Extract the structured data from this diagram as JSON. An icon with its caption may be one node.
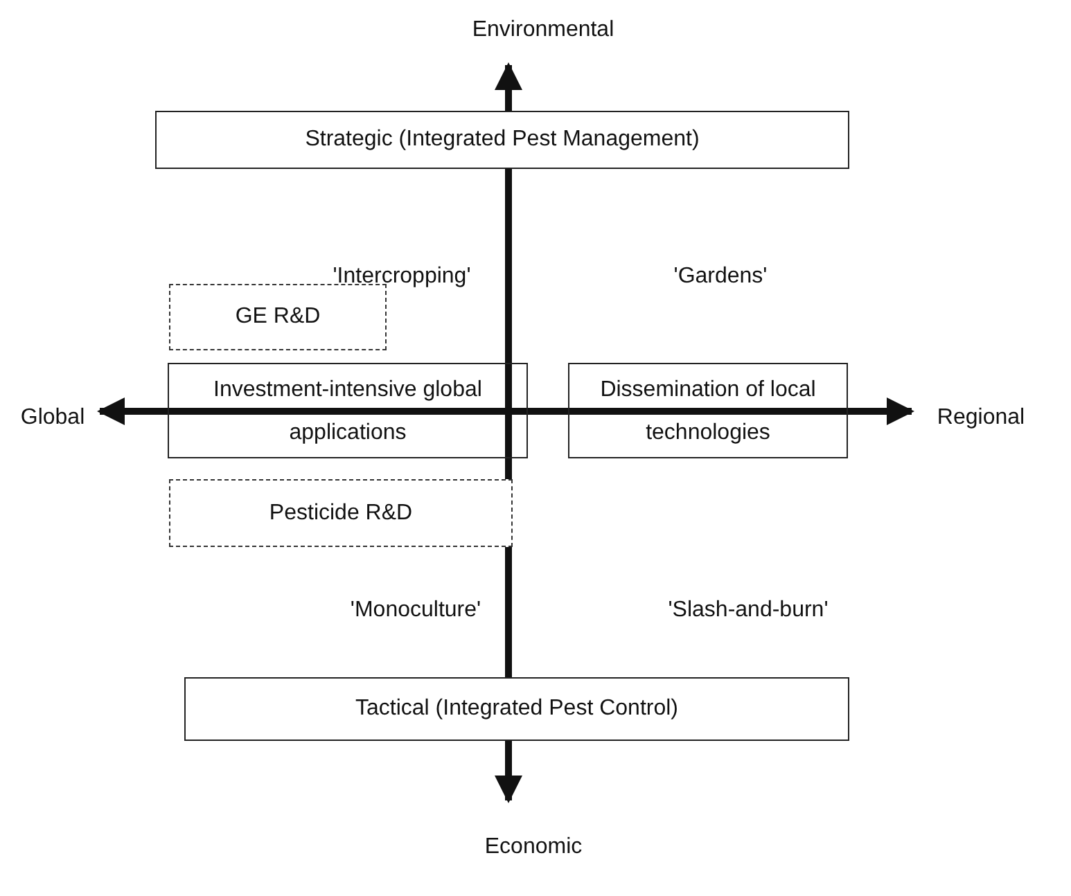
{
  "diagram": {
    "nodes": [
      {
        "text": [
          "Strategic (Integrated Pest Management)"
        ]
      },
      {
        "text": [
          "GE R&D"
        ]
      },
      {
        "text": [
          "Investment-intensive global applications"
        ]
      },
      {
        "text": [
          "Dissemination of local technologies"
        ]
      },
      {
        "text": [
          "Pesticide R&D"
        ]
      },
      {
        "text": [
          "Tactical (Integrated Pest Control)"
        ]
      }
    ],
    "edges": [],
    "labels": [
      "Environmental",
      "'Intercropping'",
      "'Gardens'",
      "Global",
      "Regional",
      "'Monoculture'",
      "'Slash-and-burn'",
      "Economic"
    ]
  }
}
